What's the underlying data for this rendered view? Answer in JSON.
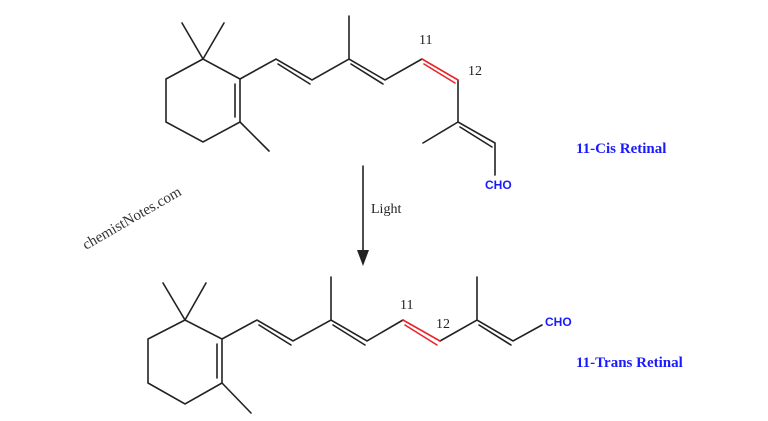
{
  "top_molecule": {
    "name": "11-Cis Retinal",
    "label_11": "11",
    "label_12": "12",
    "group": "CHO"
  },
  "bottom_molecule": {
    "name": "11-Trans Retinal",
    "label_11": "11",
    "label_12": "12",
    "group": "CHO"
  },
  "arrow": {
    "label": "Light"
  },
  "watermark": "chemistNotes.com",
  "colors": {
    "highlight_bond": "#e8262a",
    "label_text": "#1a1aff",
    "bond": "#222222"
  }
}
